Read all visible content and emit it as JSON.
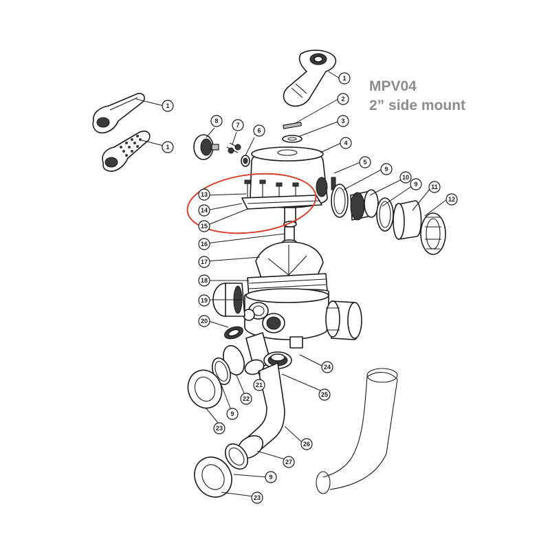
{
  "title": {
    "model": "MPV04",
    "subtitle": "2” side mount"
  },
  "highlight_color": "#d9402b",
  "callouts": [
    "1",
    "1",
    "1",
    "2",
    "3",
    "4",
    "5",
    "6",
    "7",
    "8",
    "9",
    "10",
    "9",
    "11",
    "12",
    "13",
    "14",
    "15",
    "16",
    "17",
    "18",
    "19",
    "20",
    "21",
    "22",
    "9",
    "23",
    "24",
    "25",
    "26",
    "27",
    "9",
    "23"
  ]
}
